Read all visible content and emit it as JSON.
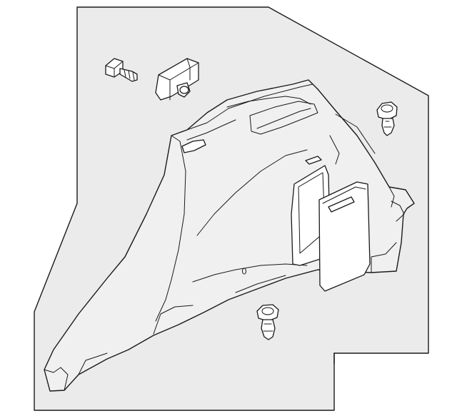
{
  "diagram": {
    "background_color": "#ebebeb",
    "line_color": "#1a1a1a",
    "parts": [
      {
        "name": "push-pin-clip-upper-right",
        "icon": "push-pin-clip-icon"
      },
      {
        "name": "mounting-bolt",
        "icon": "bolt-icon"
      },
      {
        "name": "mounting-bracket",
        "icon": "bracket-icon"
      },
      {
        "name": "quarter-trim-panel",
        "icon": "trim-panel-icon"
      },
      {
        "name": "access-cover",
        "icon": "access-cover-icon"
      },
      {
        "name": "push-pin-clip-lower",
        "icon": "push-pin-clip-icon"
      }
    ]
  }
}
